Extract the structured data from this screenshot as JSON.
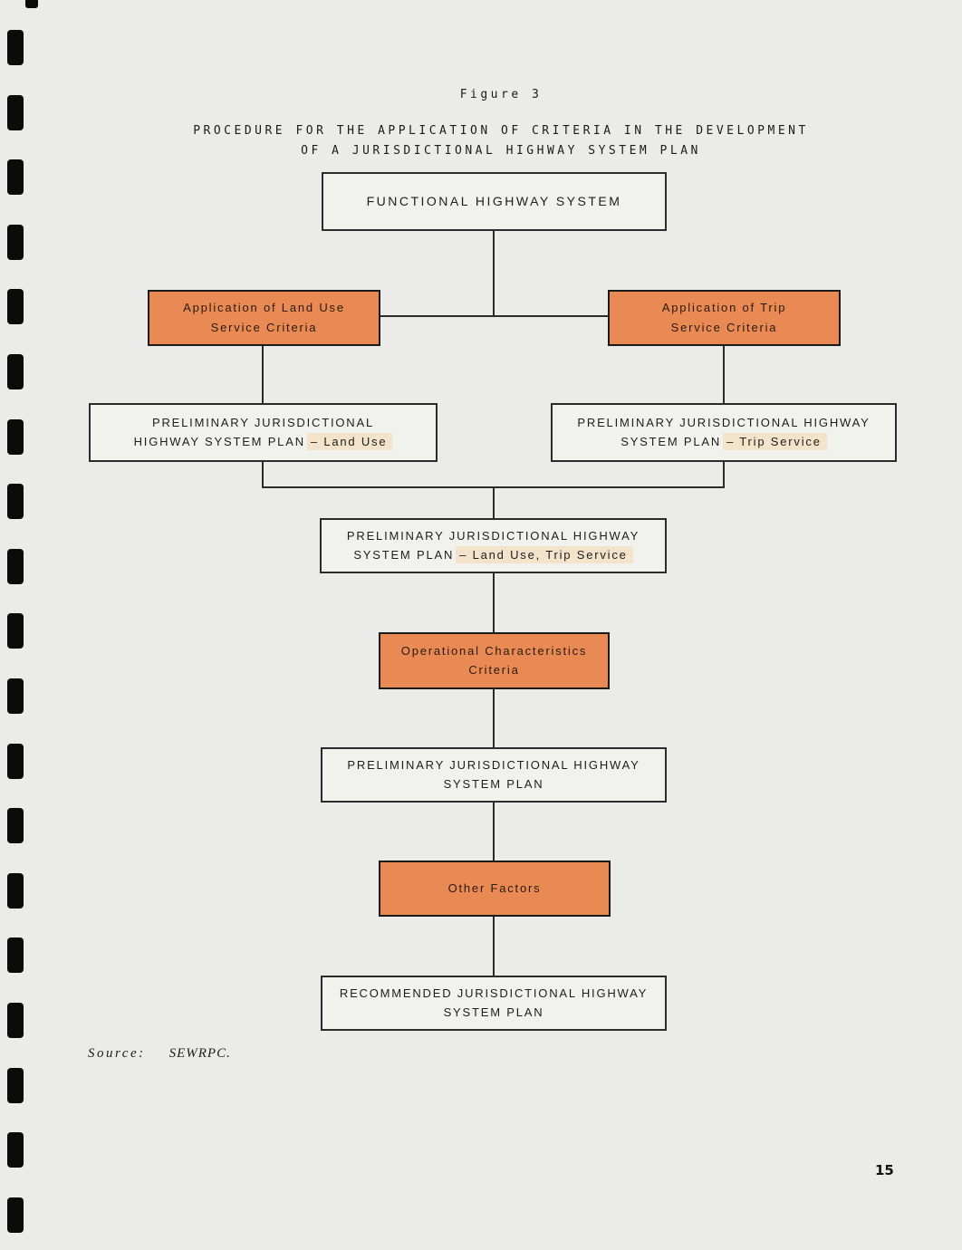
{
  "figure": {
    "label": "Figure 3",
    "title_line1": "PROCEDURE FOR THE APPLICATION OF CRITERIA IN THE DEVELOPMENT",
    "title_line2": "OF A JURISDICTIONAL HIGHWAY SYSTEM PLAN"
  },
  "nodes": {
    "functional": {
      "line1": "FUNCTIONAL HIGHWAY SYSTEM"
    },
    "app_land_use": {
      "line1": "Application of Land Use",
      "line2": "Service Criteria"
    },
    "app_trip": {
      "line1": "Application of Trip",
      "line2": "Service Criteria"
    },
    "prelim_land_use": {
      "line1": "PRELIMINARY JURISDICTIONAL",
      "line2_prefix": "HIGHWAY SYSTEM PLAN",
      "line2_highlight": "– Land Use"
    },
    "prelim_trip": {
      "line1": "PRELIMINARY JURISDICTIONAL HIGHWAY",
      "line2_prefix": "SYSTEM PLAN",
      "line2_highlight": "– Trip Service"
    },
    "prelim_combined": {
      "line1": "PRELIMINARY JURISDICTIONAL HIGHWAY",
      "line2_prefix": "SYSTEM PLAN",
      "line2_highlight": "– Land Use, Trip Service"
    },
    "operational": {
      "line1": "Operational Characteristics",
      "line2": "Criteria"
    },
    "prelim_plan": {
      "line1": "PRELIMINARY JURISDICTIONAL HIGHWAY",
      "line2": "SYSTEM PLAN"
    },
    "other_factors": {
      "line1": "Other Factors"
    },
    "recommended": {
      "line1": "RECOMMENDED JURISDICTIONAL HIGHWAY",
      "line2": "SYSTEM PLAN"
    }
  },
  "footer": {
    "source_label": "Source:",
    "source_value": "SEWRPC.",
    "page_number": "15"
  },
  "colors": {
    "orange": "#E98A54",
    "highlight": "#F3E3CB",
    "page_bg": "#EBECE9",
    "box_bg": "#F1F1EE",
    "line": "#2B2B2B",
    "hole": "#0B0B0B"
  },
  "binding": {
    "hole_count": 19
  }
}
